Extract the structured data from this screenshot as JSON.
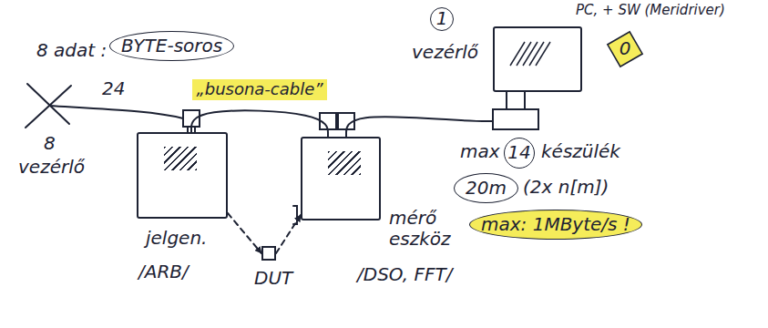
{
  "diagram": {
    "nodes": [
      {
        "text": [
          "jelgen.",
          "/ARB/"
        ]
      },
      {
        "text": [
          "DUT"
        ]
      },
      {
        "text": [
          "mérő eszköz",
          "/DSO, FFT/"
        ]
      },
      {
        "text": [
          "1",
          "vezérlő"
        ]
      }
    ],
    "edges": [
      {
        "from": 0,
        "to": 2,
        "arrow": "none",
        "label": "„busona-cable”"
      },
      {
        "from": 2,
        "to": 3,
        "arrow": "none"
      },
      {
        "from": 0,
        "to": 1,
        "arrow": "to"
      },
      {
        "from": 1,
        "to": 2,
        "arrow": "to"
      }
    ],
    "labels": [
      "8 adat :",
      "BYTE-soros",
      "24",
      "8",
      "vezérlő",
      "PC, + SW (Meridriver)",
      "0",
      "max",
      "14",
      "készülék",
      "20m",
      "(2x n[m])",
      "max: 1MByte/s !"
    ]
  }
}
